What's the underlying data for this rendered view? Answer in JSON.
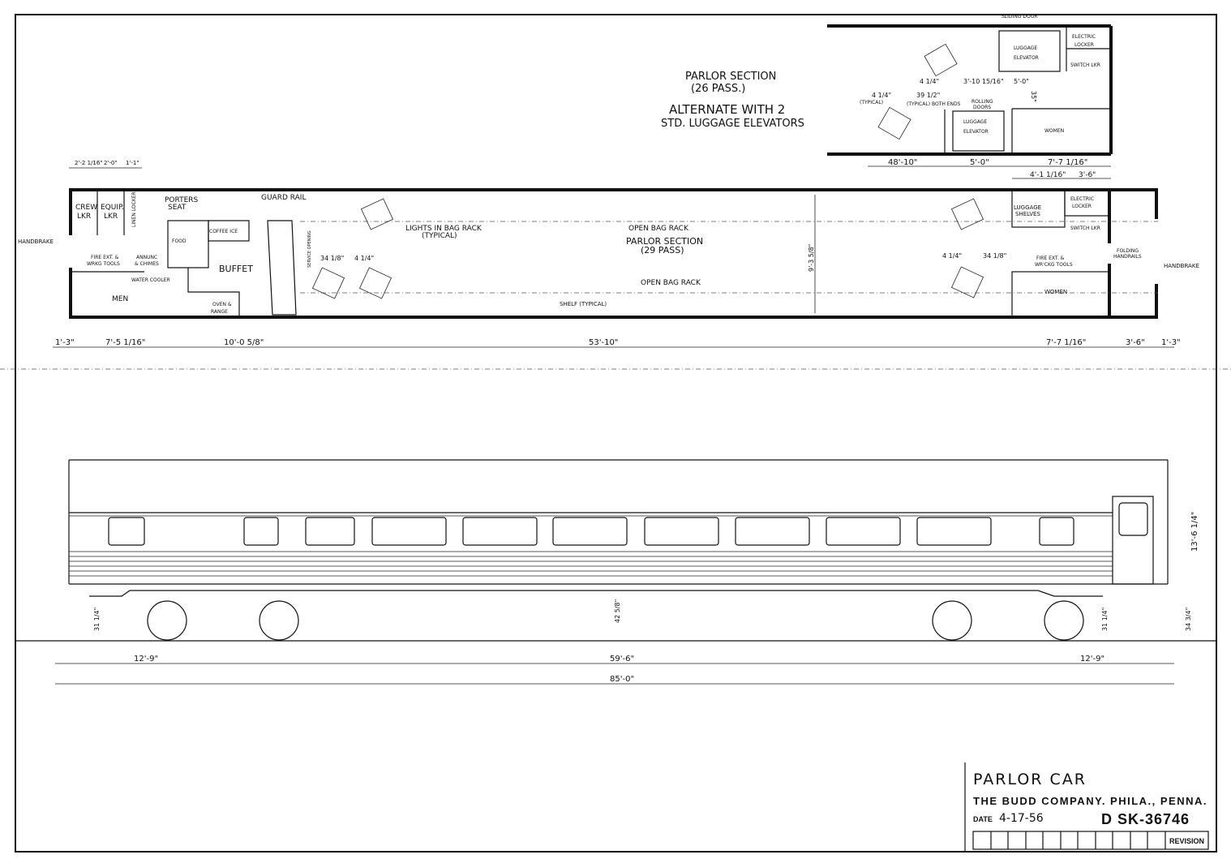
{
  "title_block": {
    "title": "PARLOR CAR",
    "company": "THE BUDD COMPANY. PHILA., PENNA.",
    "date_label": "DATE",
    "date": "4-17-56",
    "drawing_number": "D SK-36746",
    "revision_label": "REVISION"
  },
  "alternate_plan": {
    "heading1": "PARLOR SECTION",
    "heading2": "(26 PASS.)",
    "note1": "ALTERNATE WITH 2",
    "note2": "STD. LUGGAGE ELEVATORS",
    "sliding_door": "SLIDING DOOR",
    "luggage_elevator": "LUGGAGE",
    "elevator": "ELEVATOR",
    "electric": "ELECTRIC",
    "locker": "LOCKER",
    "switch_lkr": "SWITCH LKR",
    "rolling": "ROLLING",
    "doors": "DOORS",
    "women": "WOMEN",
    "typical": "(TYPICAL)",
    "typical_both": "(TYPICAL) BOTH ENDS",
    "dims": [
      "4 1/4\"",
      "3'-10 15/16\"",
      "5'-0\"",
      "4 1/4\"",
      "39 1/2\"",
      "35\"",
      "48'-10\"",
      "5'-0\"",
      "7'-7 1/16\"",
      "4'-1 1/16\"",
      "3'-6\""
    ]
  },
  "floor_plan": {
    "crew_lkr": [
      "CREW",
      "LKR"
    ],
    "equip_lkr": [
      "EQUIP.",
      "LKR"
    ],
    "linen_locker": "LINEN LOCKER",
    "porters_seat": [
      "PORTERS",
      "SEAT"
    ],
    "guard_rail": "GUARD RAIL",
    "handbrake_left": "HANDBRAKE",
    "fire_ext_left": [
      "FIRE EXT. &",
      "WRKG TOOLS"
    ],
    "annunc": [
      "ANNUNC",
      "& CHIMES"
    ],
    "water_cooler": "WATER COOLER",
    "men": "MEN",
    "food": "FOOD",
    "coffee_ice": "COFFEE ICE",
    "buffet": "BUFFET",
    "oven_range": [
      "OVEN &",
      "RANGE"
    ],
    "service_opening": "SERVICE OPENING",
    "lights": [
      "LIGHTS IN BAG RACK",
      "(TYPICAL)"
    ],
    "open_bag_rack_top": "OPEN BAG RACK",
    "parlor_section": [
      "PARLOR SECTION",
      "(29 PASS)"
    ],
    "open_bag_rack_bottom": "OPEN BAG RACK",
    "shelf": "SHELF (TYPICAL)",
    "luggage_shelves": [
      "LUGGAGE",
      "SHELVES"
    ],
    "electric_locker": [
      "ELECTRIC",
      "LOCKER"
    ],
    "switch_lkr": "SWITCH LKR",
    "folding_handrails": [
      "FOLDING",
      "HANDRAILS"
    ],
    "handbrake_right": "HANDBRAKE",
    "fire_ext_right": [
      "FIRE EXT. &",
      "WR'CKG TOOLS"
    ],
    "women": "WOMEN",
    "top_dims": [
      "2'-2 1/16\"",
      "2'-0\"",
      "1'-1\""
    ],
    "seat_dims_left": [
      "34 1/8\"",
      "4 1/4\""
    ],
    "seat_dims_right": [
      "4 1/4\"",
      "34 1/8\""
    ],
    "width_dim": "9'-3 5/8\"",
    "bottom_dims": [
      "1'-3\"",
      "7'-5 1/16\"",
      "10'-0 5/8\"",
      "53'-10\"",
      "7'-7 1/16\"",
      "3'-6\"",
      "1'-3\""
    ]
  },
  "elevation": {
    "height_dim": "13'-6 1/4\"",
    "coupler_left": "31 1/4\"",
    "coupler_right": "31 1/4\"",
    "floor_height": "42 5/8\"",
    "right_end": "34 3/4\"",
    "truck_dims": [
      "12'-9\"",
      "59'-6\"",
      "12'-9\""
    ],
    "overall": "85'-0\""
  }
}
